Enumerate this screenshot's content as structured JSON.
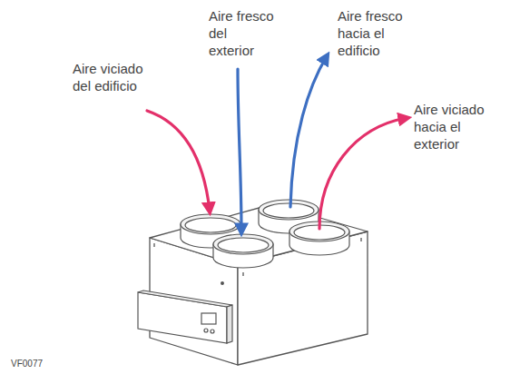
{
  "diagram": {
    "labels": [
      "Aire viciado del edificio",
      "Aire fresco del exterior",
      "Aire fresco hacia el edificio",
      "Aire viciado hacia el exterior",
      "VF0077"
    ]
  }
}
